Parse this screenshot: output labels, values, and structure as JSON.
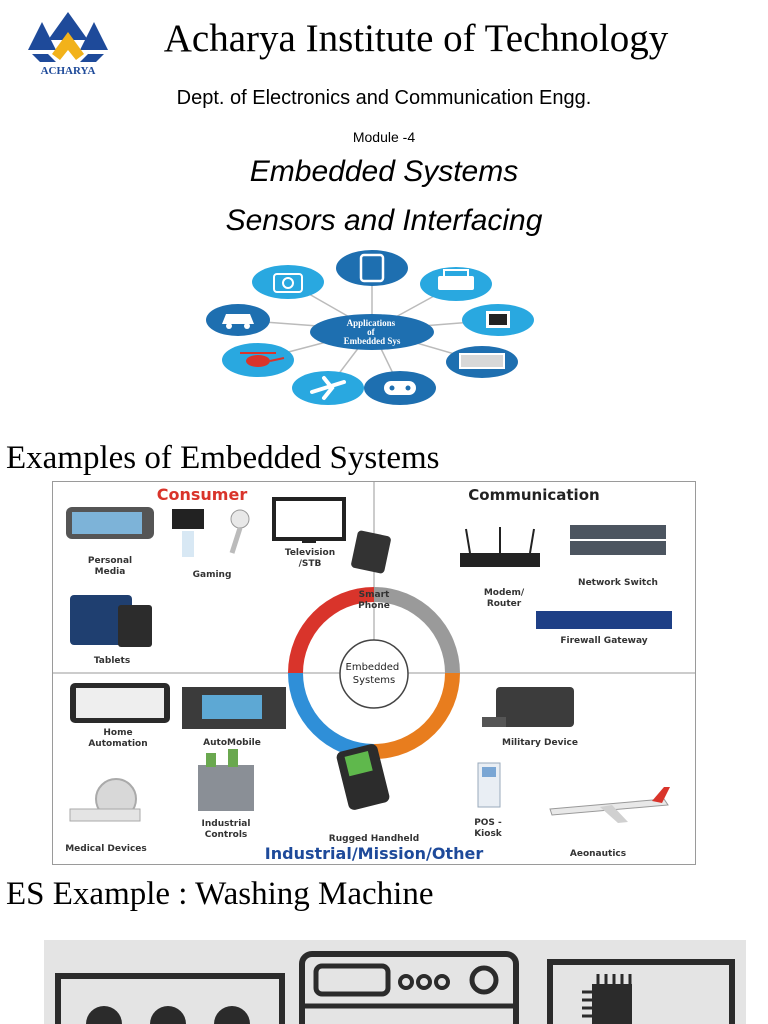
{
  "header": {
    "logo_text": "ACHARYA",
    "institute": "Acharya Institute of Technology",
    "department": "Dept. of Electronics and Communication Engg.",
    "module": "Module -4",
    "course": "Embedded Systems",
    "topic": "Sensors and Interfacing"
  },
  "applications_diagram": {
    "center_lines": [
      "Applications",
      "of",
      "Embedded Sys"
    ],
    "icons": [
      "camera-icon",
      "tablet-icon",
      "printer-icon",
      "monitor-icon",
      "laptop-icon",
      "gamepad-icon",
      "airplane-icon",
      "helicopter-icon",
      "car-icon"
    ]
  },
  "section_examples": "Examples of Embedded Systems",
  "examples_diagram": {
    "quadrants": {
      "consumer": "Consumer",
      "communication": "Communication",
      "industrial": "Industrial/Mission/Other"
    },
    "center_lines": [
      "Embedded",
      "Systems"
    ],
    "items": {
      "personal_media": [
        "Personal",
        "Media"
      ],
      "gaming": "Gaming",
      "television": [
        "Television",
        "/STB"
      ],
      "smart_phone": [
        "Smart",
        "Phone"
      ],
      "tablets": "Tablets",
      "modem": [
        "Modem/",
        "Router"
      ],
      "network_switch": "Network Switch",
      "firewall": "Firewall Gateway",
      "home_automation": [
        "Home",
        "Automation"
      ],
      "automobile": "AutoMobile",
      "military": "Military Device",
      "medical": "Medical Devices",
      "industrial_controls": [
        "Industrial",
        "Controls"
      ],
      "rugged_handheld": "Rugged Handheld",
      "pos": [
        "POS -",
        "Kiosk"
      ],
      "aeronautics": "Aeonautics"
    },
    "colors": {
      "red": "#d9342b",
      "blue": "#2f8fd8",
      "orange": "#e87d1e",
      "gray": "#9a9a9a"
    }
  },
  "section_washer": "ES Example : Washing Machine",
  "washer_diagram": {
    "icons": [
      "control-panel-icon",
      "washing-machine-icon",
      "microchip-icon"
    ]
  }
}
